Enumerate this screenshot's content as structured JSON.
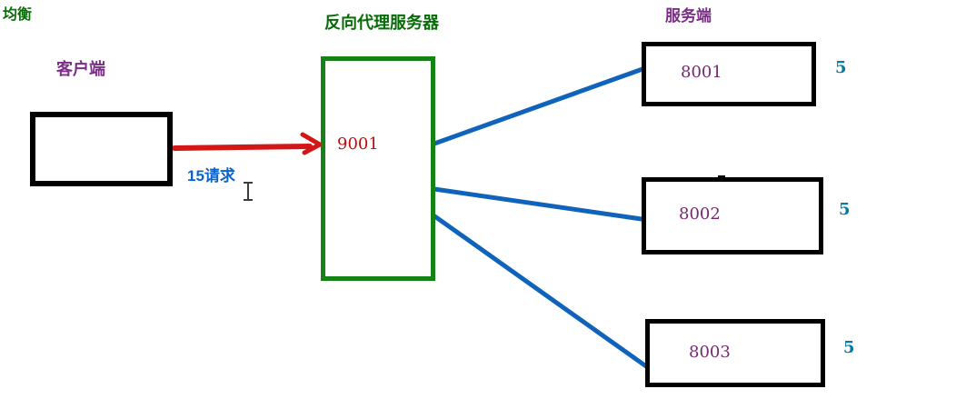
{
  "balance_label": "均衡",
  "client": {
    "label": "客户端",
    "request_label": "15请求"
  },
  "proxy": {
    "label": "反向代理服务器",
    "port": "9001"
  },
  "servers": {
    "label": "服务端",
    "nodes": [
      {
        "port": "8001",
        "count": "5"
      },
      {
        "port": "8002",
        "count": "5"
      },
      {
        "port": "8003",
        "count": "5"
      }
    ]
  },
  "icons": {
    "text_cursor": "i-beam-text-cursor"
  },
  "colors": {
    "green-text": "#066c06",
    "green-border": "#168216",
    "purple-label": "#7b2d87",
    "purple-digit": "#762a70",
    "red-arrow": "#d31717",
    "red-text": "#c40b0b",
    "blue-line": "#1063bb",
    "blue-text": "#0d64c8",
    "teal-text": "#0779a5"
  }
}
